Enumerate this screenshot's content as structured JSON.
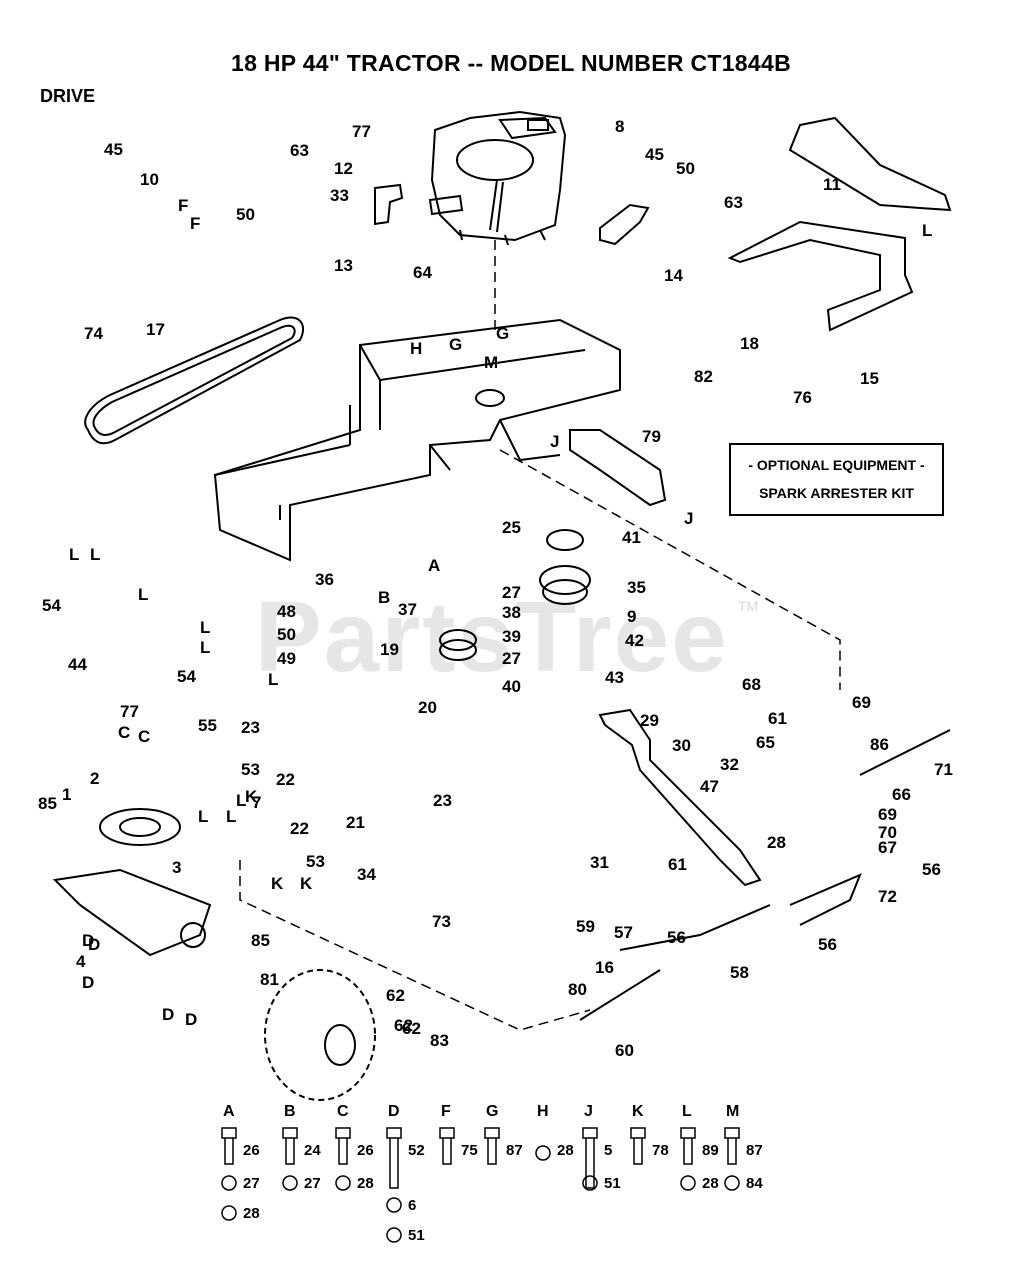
{
  "header": {
    "title": "18 HP 44\" TRACTOR -- MODEL NUMBER CT1844B",
    "section": "DRIVE"
  },
  "watermark": {
    "text": "PartsTree",
    "tm": "TM"
  },
  "optional_box": {
    "line1": "- OPTIONAL EQUIPMENT -",
    "line2": "SPARK ARRESTER KIT"
  },
  "callouts": [
    "45",
    "10",
    "50",
    "63",
    "12",
    "77",
    "8",
    "33",
    "13",
    "64",
    "45",
    "50",
    "63",
    "14",
    "11",
    "L",
    "15",
    "F",
    "F",
    "74",
    "17",
    "H",
    "G",
    "G",
    "M",
    "18",
    "82",
    "76",
    "79",
    "J",
    "J",
    "25",
    "41",
    "35",
    "9",
    "42",
    "43",
    "36",
    "B",
    "A",
    "37",
    "27",
    "38",
    "39",
    "27",
    "40",
    "L",
    "L",
    "L",
    "54",
    "44",
    "48",
    "50",
    "49",
    "19",
    "L",
    "L",
    "L",
    "54",
    "20",
    "23",
    "77",
    "C",
    "C",
    "55",
    "53",
    "K",
    "2",
    "1",
    "85",
    "3",
    "7",
    "22",
    "22",
    "21",
    "23",
    "L",
    "L",
    "L",
    "53",
    "K",
    "K",
    "34",
    "73",
    "29",
    "30",
    "32",
    "47",
    "31",
    "61",
    "59",
    "57",
    "56",
    "58",
    "16",
    "80",
    "60",
    "68",
    "61",
    "65",
    "69",
    "86",
    "71",
    "66",
    "69",
    "70",
    "28",
    "67",
    "56",
    "72",
    "56",
    "85",
    "62",
    "81",
    "62",
    "62",
    "83",
    "D",
    "D",
    "D",
    "D",
    "D",
    "4",
    "6"
  ],
  "hardware_legend": [
    {
      "letter": "A",
      "parts": [
        "26",
        "27",
        "28"
      ]
    },
    {
      "letter": "B",
      "parts": [
        "24",
        "27"
      ]
    },
    {
      "letter": "C",
      "parts": [
        "26",
        "28"
      ]
    },
    {
      "letter": "D",
      "parts": [
        "52",
        "6",
        "51"
      ]
    },
    {
      "letter": "F",
      "parts": [
        "75"
      ]
    },
    {
      "letter": "G",
      "parts": [
        "87"
      ]
    },
    {
      "letter": "H",
      "parts": [
        "28"
      ]
    },
    {
      "letter": "J",
      "parts": [
        "5",
        "51"
      ]
    },
    {
      "letter": "K",
      "parts": [
        "78"
      ]
    },
    {
      "letter": "L",
      "parts": [
        "89",
        "28"
      ]
    },
    {
      "letter": "M",
      "parts": [
        "87",
        "84"
      ]
    }
  ]
}
